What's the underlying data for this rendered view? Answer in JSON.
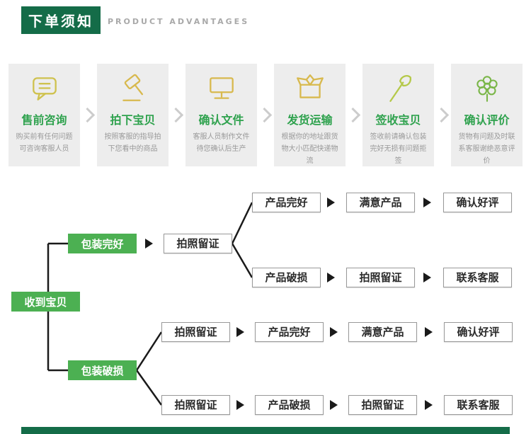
{
  "colors": {
    "header_green": "#146c48",
    "accent_green": "#2fa24e",
    "flow_box_green": "#4cb052",
    "card_gray": "#ededed",
    "icon_yellow": "#d8b94e",
    "icon_olive": "#b5c94a",
    "icon_green": "#7ab648",
    "line_black": "#1a1a1a"
  },
  "header": {
    "title": "下单须知",
    "subtitle": "PRODUCT ADVANTAGES"
  },
  "steps": [
    {
      "icon": "chat-bubble-icon",
      "title": "售前咨询",
      "desc": "购买前有任何问题可咨询客服人员"
    },
    {
      "icon": "gavel-icon",
      "title": "拍下宝贝",
      "desc": "按照客服的指导拍下您看中的商品"
    },
    {
      "icon": "monitor-icon",
      "title": "确认文件",
      "desc": "客服人员制作文件待您确认后生产"
    },
    {
      "icon": "package-icon",
      "title": "发货运输",
      "desc": "根据你的地址跟货物大小匹配快递物流"
    },
    {
      "icon": "axe-icon",
      "title": "签收宝贝",
      "desc": "签收前请确认包装完好无损有问题拒签"
    },
    {
      "icon": "flower-icon",
      "title": "确认评价",
      "desc": "货物有问题及时联系客服谢绝恶意评价"
    }
  ],
  "flow": {
    "root": "收到宝贝",
    "good": {
      "label": "包装完好",
      "node": "拍照留证",
      "path1": [
        "产品完好",
        "满意产品",
        "确认好评"
      ],
      "path2": [
        "产品破损",
        "拍照留证",
        "联系客服"
      ]
    },
    "bad": {
      "label": "包装破损",
      "path1": [
        "拍照留证",
        "产品完好",
        "满意产品",
        "确认好评"
      ],
      "path2": [
        "拍照留证",
        "产品破损",
        "拍照留证",
        "联系客服"
      ]
    }
  }
}
